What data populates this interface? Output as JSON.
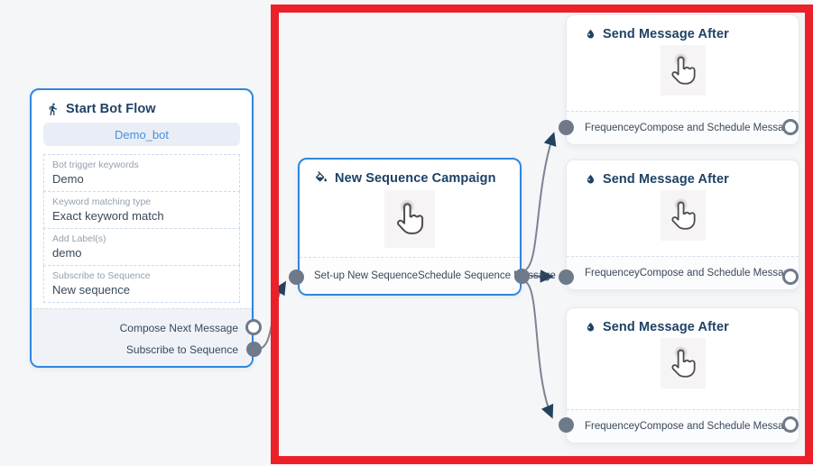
{
  "colors": {
    "background": "#f5f6f8",
    "node_accent_blue": "#2e86de",
    "title_navy": "#1d4265",
    "highlight_red": "#ec2029",
    "port_gray": "#6e7a8a",
    "pill_text_blue": "#4a8fd9"
  },
  "start_node": {
    "title": "Start Bot Flow",
    "bot_name": "Demo_bot",
    "fields": [
      {
        "label": "Bot trigger keywords",
        "value": "Demo"
      },
      {
        "label": "Keyword matching type",
        "value": "Exact keyword match"
      },
      {
        "label": "Add Label(s)",
        "value": "demo"
      },
      {
        "label": "Subscribe to Sequence",
        "value": "New sequence"
      }
    ],
    "outputs": [
      {
        "label": "Compose Next Message",
        "port_style": "open"
      },
      {
        "label": "Subscribe to Sequence",
        "port_style": "filled"
      }
    ]
  },
  "sequence_node": {
    "title": "New Sequence Campaign",
    "footer_left": "Set-up New Sequence",
    "footer_right": "Schedule Sequence Message"
  },
  "send_nodes": [
    {
      "title": "Send Message After",
      "footer_left": "Frequencey",
      "footer_right": "Compose and Schedule Message"
    },
    {
      "title": "Send Message After",
      "footer_left": "Frequencey",
      "footer_right": "Compose and Schedule Message"
    },
    {
      "title": "Send Message After",
      "footer_left": "Frequencey",
      "footer_right": "Compose and Schedule Message"
    }
  ]
}
